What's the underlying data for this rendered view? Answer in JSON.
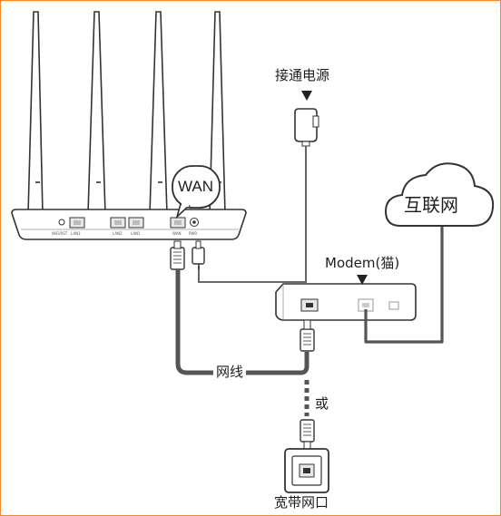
{
  "labels": {
    "power": "接通电源",
    "modem": "Modem(猫)",
    "cable": "网线",
    "or": "或",
    "wall_port": "宽带网口",
    "internet": "互联网",
    "wan": "WAN"
  },
  "router_ports": {
    "wifi_rst": "WiFi/RST",
    "lan3": "LAN3",
    "lan2": "LAN2",
    "lan1": "LAN1",
    "wan": "WAN",
    "pwr": "PWR"
  },
  "colors": {
    "border": "#f08a2a",
    "cable": "#555555",
    "outline": "#333333"
  }
}
